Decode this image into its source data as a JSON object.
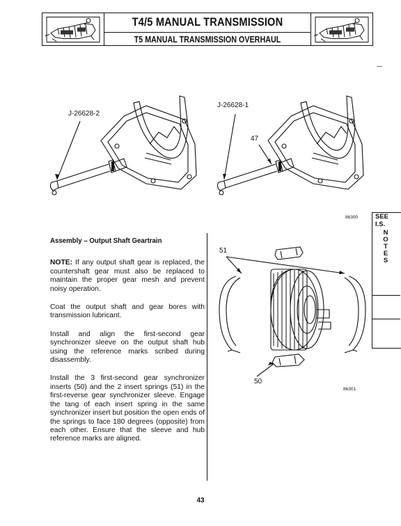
{
  "header": {
    "title": "T4/5 MANUAL TRANSMISSION",
    "subtitle": "T5 MANUAL TRANSMISSION OVERHAUL",
    "logo_icon": "transmission-illustration-icon"
  },
  "figure_top": {
    "label_left_tool": "J-26628-2",
    "label_right_tool": "J-26628-1",
    "label_part": "47",
    "figure_id": "86300"
  },
  "figure_bottom": {
    "label_top": "51",
    "label_bottom": "50",
    "figure_id": "86301"
  },
  "tab": {
    "see": "SEE",
    "is": "I.S.",
    "notes": "N\nO\nT\nE\nS"
  },
  "section": {
    "title": "Assembly – Output Shaft Geartrain",
    "note_label": "NOTE:",
    "note_text": " If any output shaft gear is replaced, the countershaft gear must also be replaced to maintain the proper gear mesh and prevent noisy operation.",
    "para_2": "Coat the output shaft and gear bores with transmission lubricant.",
    "para_3": "Install and align the first-second gear synchronizer sleeve on the output shaft hub using the reference marks scribed during disassembly.",
    "para_4": "Install the 3 first-second gear synchronizer inserts (50) and the 2 insert springs (51) in the first-reverse gear synchronizer sleeve. Engage the tang of each insert spring in the same synchronizer insert but position the open ends of the springs to face 180 degrees (opposite) from each other. Ensure that the sleeve and hub reference marks are aligned."
  },
  "page_number": "43"
}
